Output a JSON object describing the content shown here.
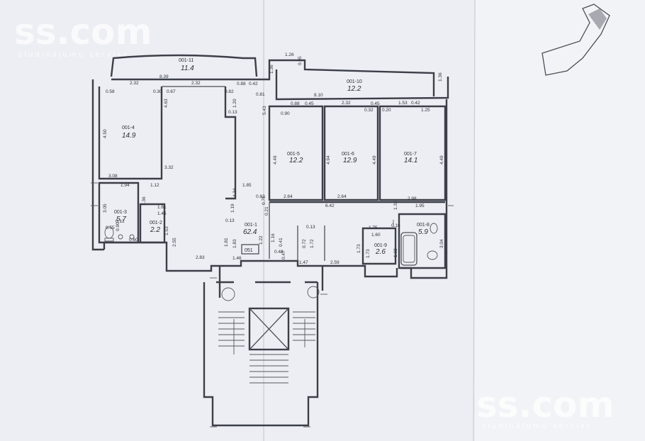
{
  "watermark": {
    "logo": "ss.com",
    "tagline": "sludinājumu serviss"
  },
  "apartment_label": "051",
  "rooms": [
    {
      "code": "001-1",
      "area": "62.4"
    },
    {
      "code": "001-2",
      "area": "2.2"
    },
    {
      "code": "001-3",
      "area": "5.7"
    },
    {
      "code": "001-4",
      "area": "14.9"
    },
    {
      "code": "001-5",
      "area": "12.2"
    },
    {
      "code": "001-6",
      "area": "12.9"
    },
    {
      "code": "001-7",
      "area": "14.1"
    },
    {
      "code": "001-8",
      "area": "5.9"
    },
    {
      "code": "001-9",
      "area": "2.6"
    },
    {
      "code": "001-10",
      "area": "12.2"
    },
    {
      "code": "001-11",
      "area": "11.4"
    }
  ],
  "dimensions": [
    "1.26",
    "0.95",
    "1.36",
    "8.39",
    "2.32",
    "0.58",
    "0.30",
    "0.67",
    "2.32",
    "0.82",
    "0.88",
    "0.42",
    "0.81",
    "8.10",
    "1.36",
    "0.88",
    "0.45",
    "2.32",
    "0.32",
    "0.45",
    "0.20",
    "1.53",
    "0.42",
    "1.25",
    "0.90",
    "4.63",
    "1.20",
    "0.13",
    "5.43",
    "4.50",
    "3.32",
    "4.49",
    "4.94",
    "4.49",
    "4.49",
    "3.08",
    "1.94",
    "1.12",
    "1.85",
    "4.34",
    "0.82",
    "0.75",
    "2.64",
    "2.64",
    "2.98",
    "1.36",
    "1.61",
    "1.45",
    "3.05",
    "0.55",
    "0.12",
    "0.90",
    "0.60",
    "1.33",
    "6.42",
    "1.95",
    "1.19",
    "0.13",
    "0.21",
    "0.13",
    "1.75",
    "1.60",
    "0.16",
    "3.04",
    "1.53",
    "2.55",
    "1.81",
    "1.83",
    "1.22",
    "1.16",
    "0.72",
    "1.72",
    "1.73",
    "1.73",
    "1.62",
    "0.48",
    "0.47",
    "0.41",
    "2.83",
    "1.46",
    "1.47",
    "2.59"
  ]
}
